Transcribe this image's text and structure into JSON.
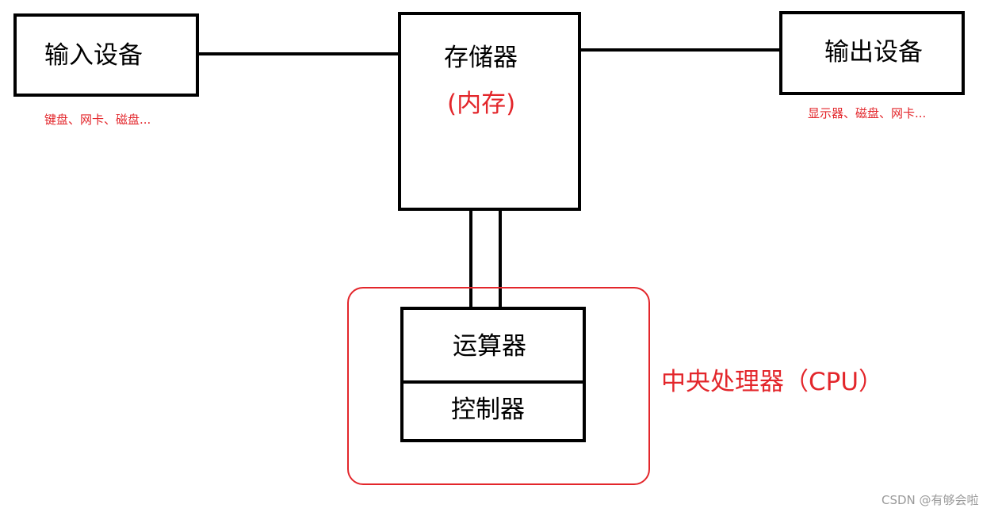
{
  "diagram": {
    "input_device": {
      "label": "输入设备",
      "examples": "键盘、网卡、磁盘..."
    },
    "memory": {
      "label": "存储器",
      "sublabel": "(内存)"
    },
    "output_device": {
      "label": "输出设备",
      "examples": "显示器、磁盘、网卡..."
    },
    "cpu": {
      "label": "中央处理器（CPU）",
      "alu_label": "运算器",
      "control_label": "控制器"
    }
  },
  "watermark": "CSDN @有够会啦",
  "colors": {
    "line": "#000000",
    "accent_red": "#e3262b",
    "watermark": "#9a9a9a"
  }
}
